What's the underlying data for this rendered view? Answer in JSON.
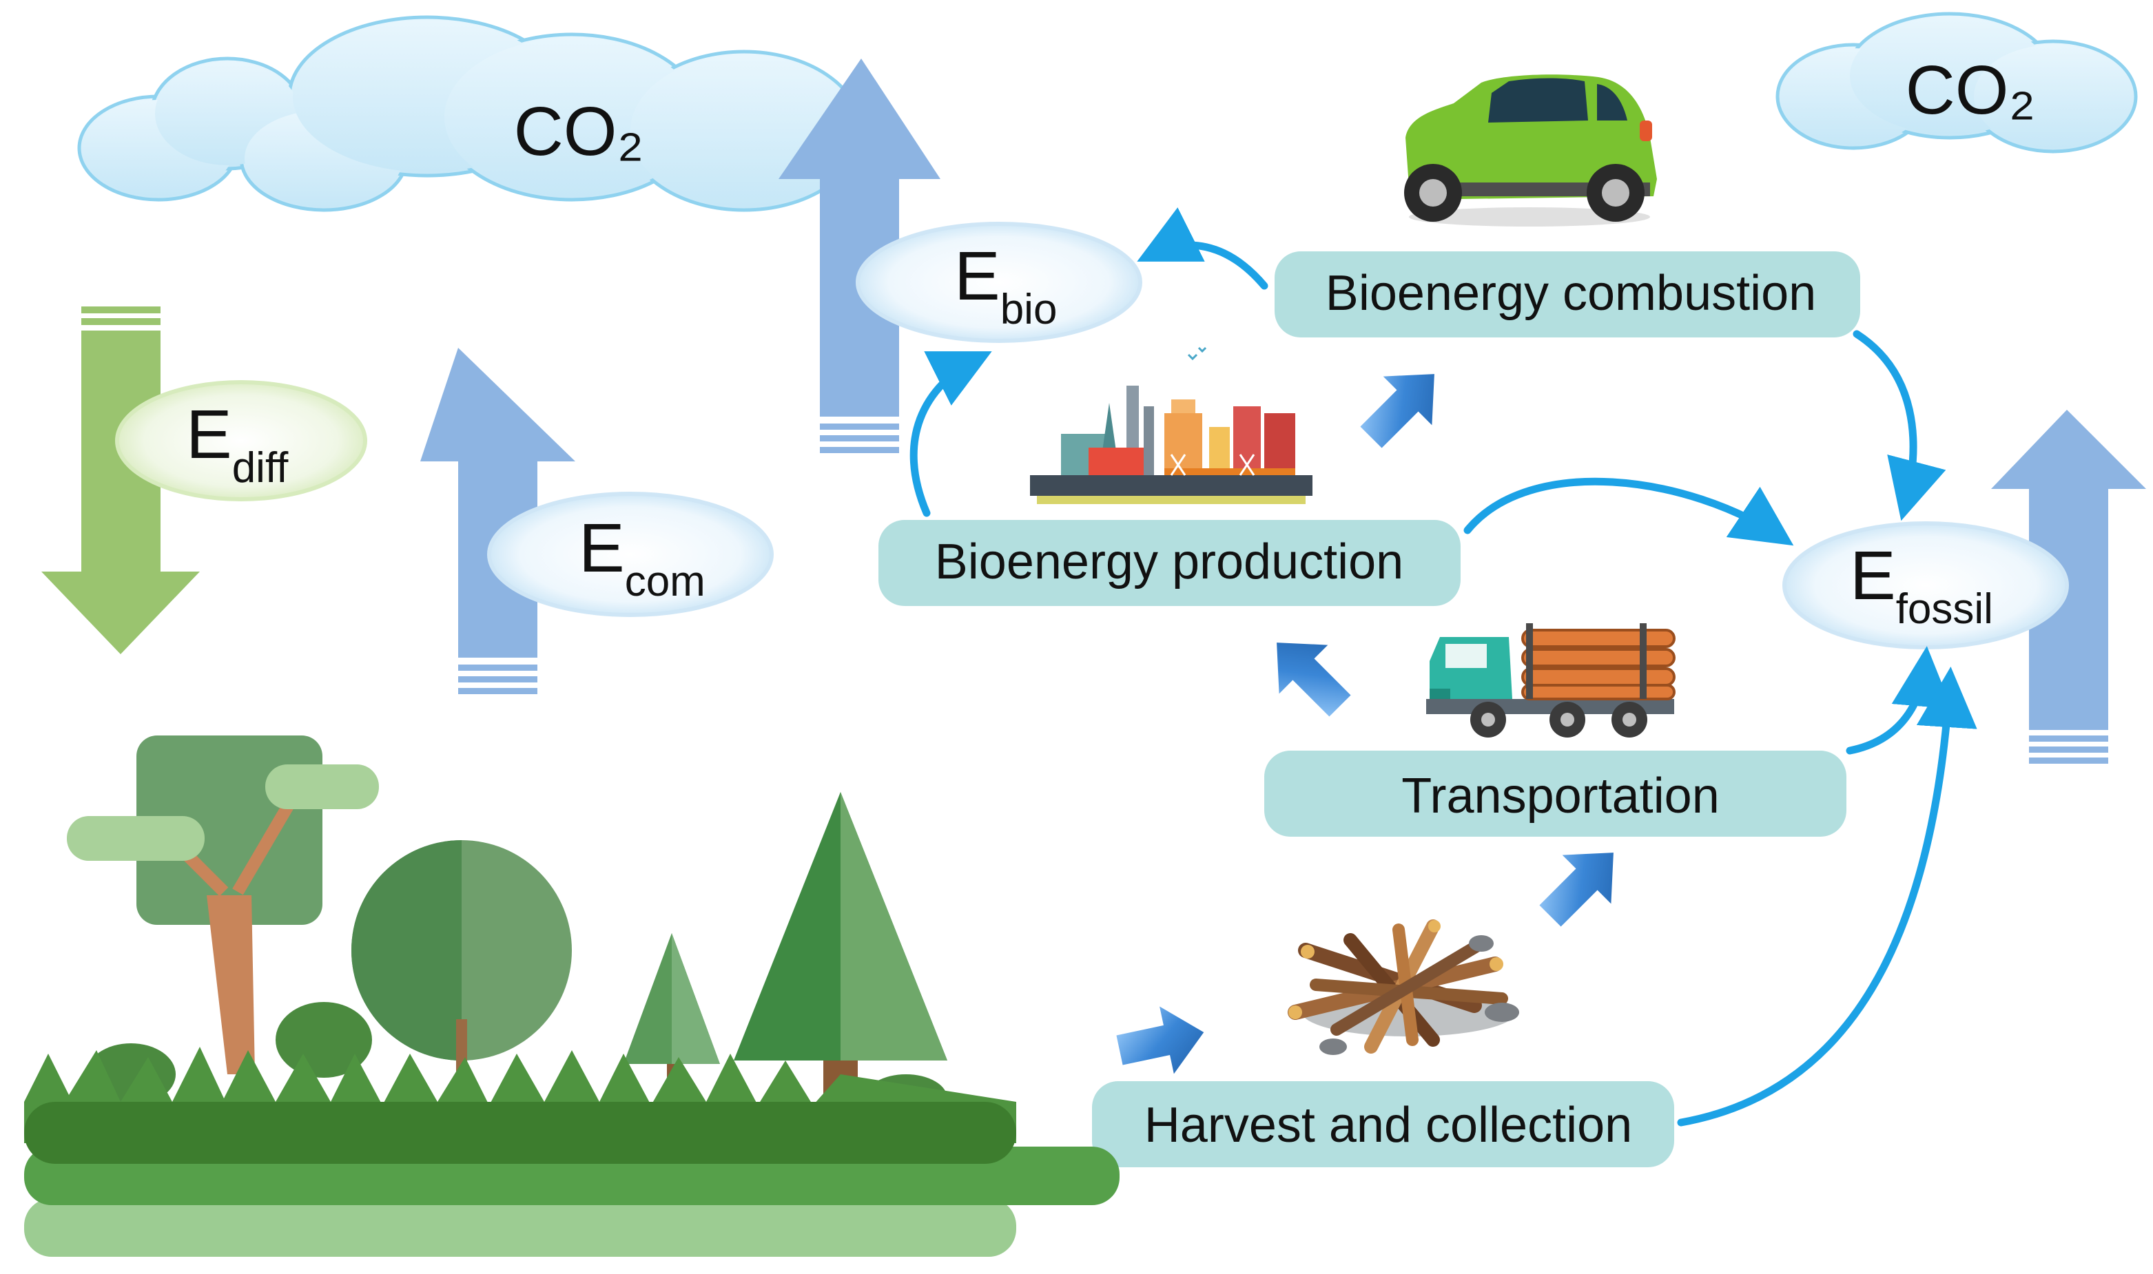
{
  "clouds": {
    "left_label": "CO₂",
    "right_label": "CO₂"
  },
  "ellipses": {
    "diff": {
      "main": "E",
      "sub": "diff"
    },
    "com": {
      "main": "E",
      "sub": "com"
    },
    "bio": {
      "main": "E",
      "sub": "bio"
    },
    "fossil": {
      "main": "E",
      "sub": "fossil"
    }
  },
  "process_boxes": {
    "combustion": "Bioenergy combustion",
    "production": "Bioenergy production",
    "transportation": "Transportation",
    "harvest": "Harvest and collection"
  },
  "colors": {
    "box_fill": "#b3dfdf",
    "cloud_fill": "#cfeaf8",
    "cloud_edge": "#8fd2ef",
    "flow_arrow": "#1ca2e6",
    "blue_big_arrow": "#8db4e2",
    "green_big_arrow": "#9ac46f",
    "car_green": "#7ac230",
    "forest_dark": "#3d7d2e",
    "forest_mid": "#56a04a",
    "forest_light": "#9ccc92"
  },
  "icons": [
    "car-icon",
    "factory-icon",
    "log-truck-icon",
    "woodpile-icon",
    "tree-icon",
    "pine-tree-icon"
  ]
}
